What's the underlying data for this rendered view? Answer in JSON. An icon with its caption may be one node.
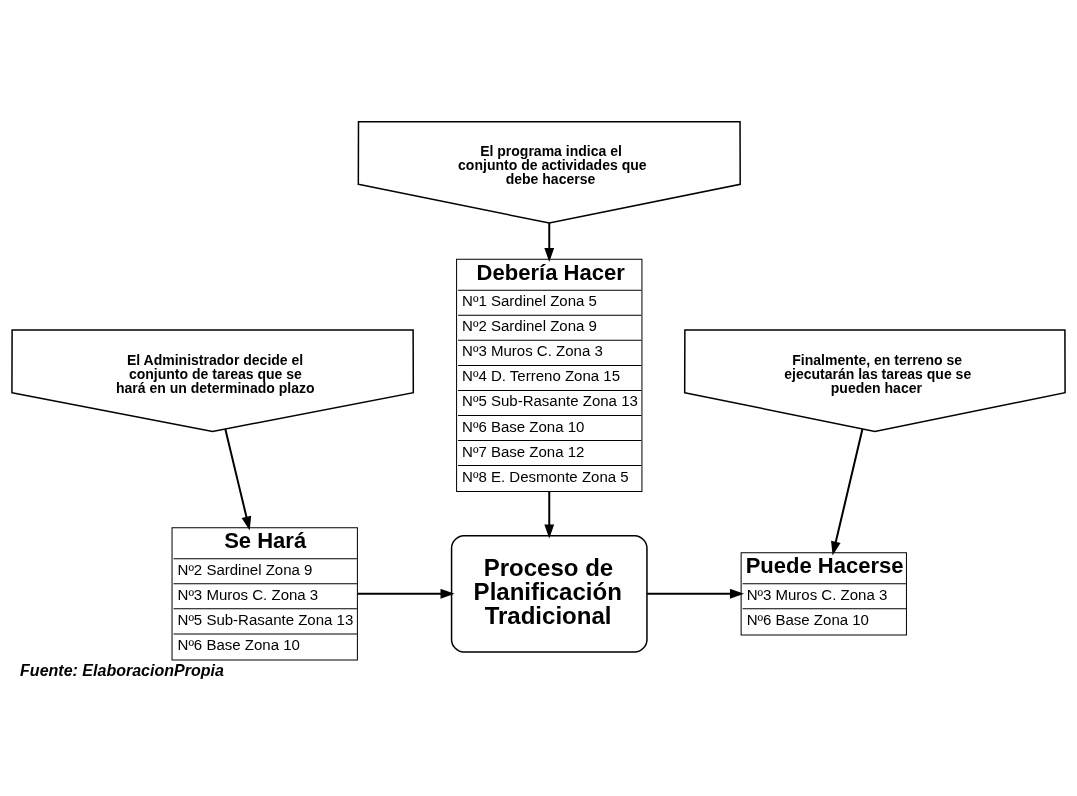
{
  "diagram": {
    "caption": "Fuente: ElaboracionPropia",
    "nodes": [
      {
        "text": [
          "El programa indica el conjunto de actividades que debe hacerse"
        ]
      },
      {
        "text": [
          "Debería Hacer",
          "Nº1 Sardinel Zona 5",
          "Nº2 Sardinel Zona 9",
          "Nº3 Muros C. Zona 3",
          "Nº4 D. Terreno Zona 15",
          "Nº5 Sub-Rasante Zona 13",
          "Nº6 Base Zona 10",
          "Nº7 Base Zona 12",
          "Nº8 E. Desmonte Zona 5"
        ]
      },
      {
        "text": [
          "El Administrador decide el conjunto de tareas que se hará en un determinado plazo"
        ]
      },
      {
        "text": [
          "Finalmente, en terreno se ejecutarán las tareas que se pueden hacer"
        ]
      },
      {
        "text": [
          "Se Hará",
          "Nº2 Sardinel Zona 9",
          "Nº3 Muros C. Zona 3",
          "Nº5 Sub-Rasante Zona 13",
          "Nº6 Base Zona 10"
        ]
      },
      {
        "text": [
          "Proceso de Planificación Tradicional"
        ]
      },
      {
        "text": [
          "Puede Hacerse",
          "Nº3 Muros C. Zona 3",
          "Nº6 Base Zona 10"
        ]
      }
    ],
    "edges": [
      {
        "from": 0,
        "to": 1,
        "arrow": "to"
      },
      {
        "from": 1,
        "to": 5,
        "arrow": "to"
      },
      {
        "from": 2,
        "to": 4,
        "arrow": "to"
      },
      {
        "from": 4,
        "to": 5,
        "arrow": "to"
      },
      {
        "from": 5,
        "to": 6,
        "arrow": "to"
      },
      {
        "from": 3,
        "to": 6,
        "arrow": "to"
      }
    ]
  }
}
